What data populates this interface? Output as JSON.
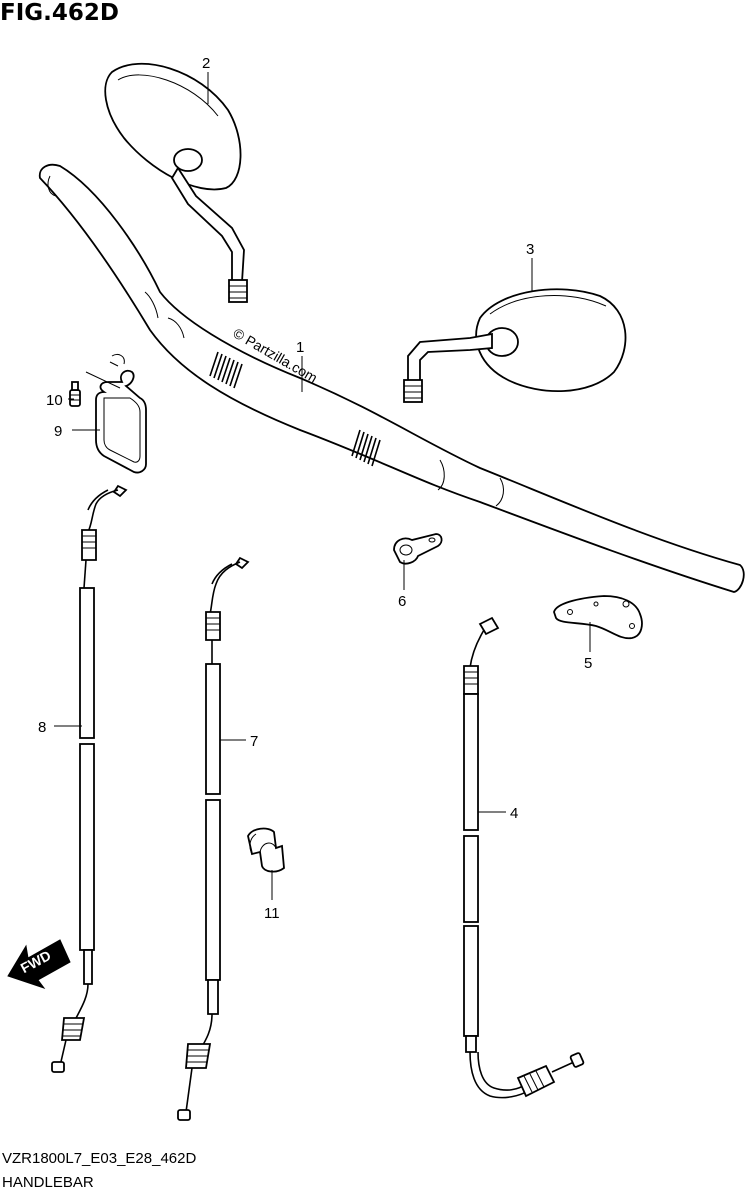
{
  "figure": {
    "title": "FIG.462D",
    "model_code": "VZR1800L7_E03_E28_462D",
    "section_name": "HANDLEBAR"
  },
  "watermark": {
    "text": "© Partzilla.com"
  },
  "fwd_arrow": {
    "label": "FWD"
  },
  "callouts": {
    "c1": "1",
    "c2": "2",
    "c3": "3",
    "c4": "4",
    "c5": "5",
    "c6": "6",
    "c7": "7",
    "c8": "8",
    "c9": "9",
    "c10": "10",
    "c11": "11"
  },
  "colors": {
    "line": "#000000",
    "background": "#ffffff"
  }
}
